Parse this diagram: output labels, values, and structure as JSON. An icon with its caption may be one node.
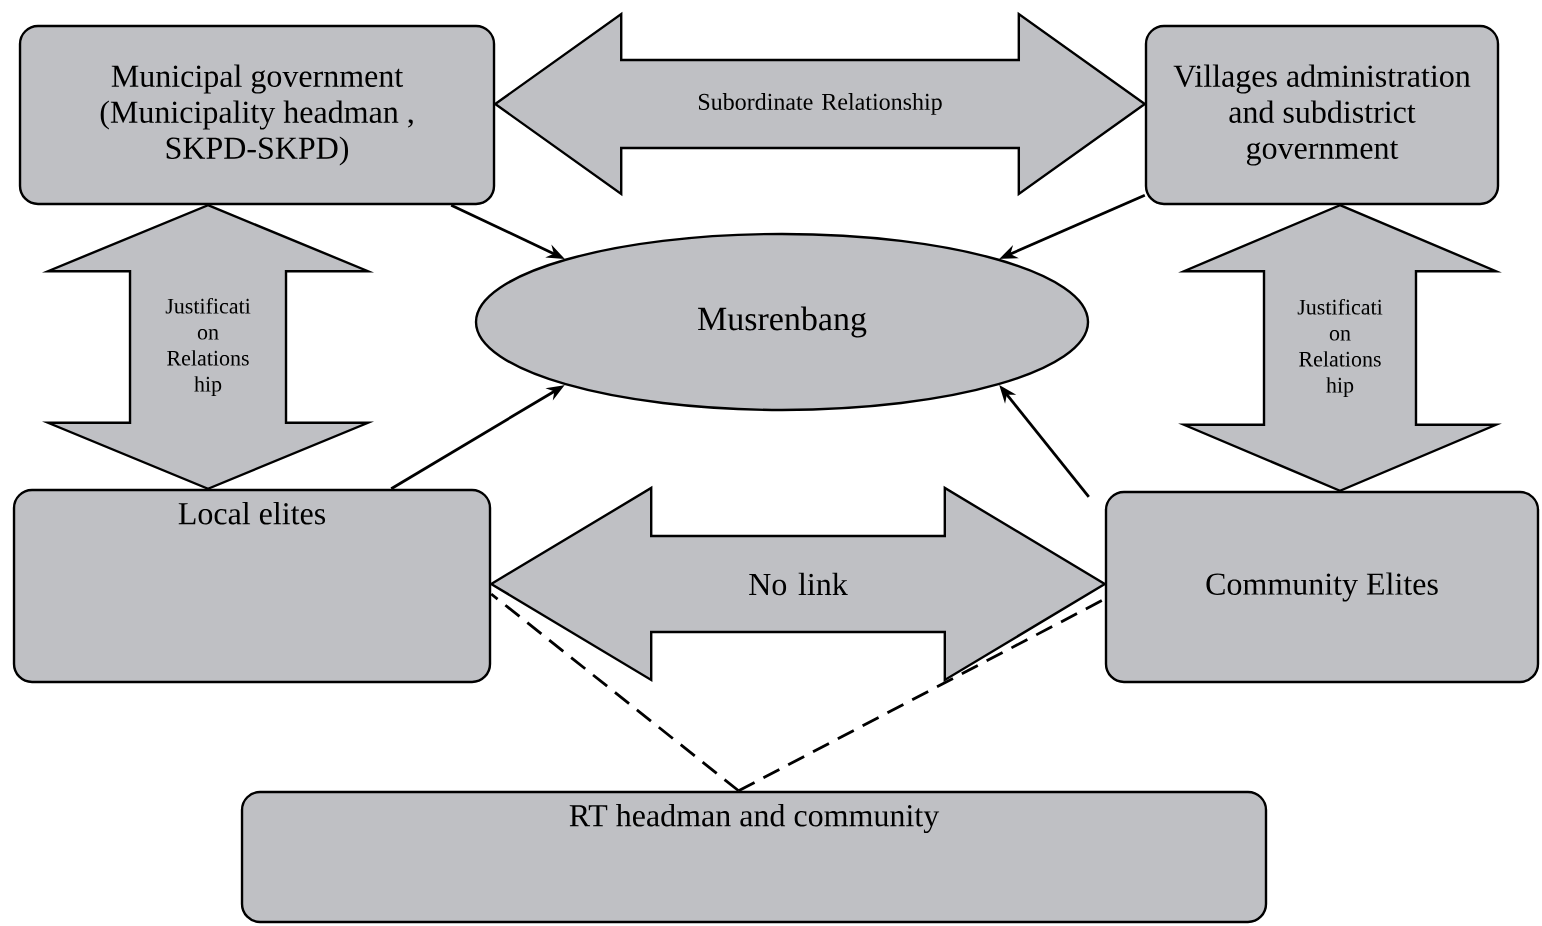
{
  "diagram": {
    "nodes": [
      {
        "text": [
          "Municipal government (Municipality headman , SKPD-SKPD)"
        ]
      },
      {
        "text": [
          "Villages administration and subdistrict government"
        ]
      },
      {
        "text": [
          "Musrenbang"
        ]
      },
      {
        "text": [
          "Local elites"
        ]
      },
      {
        "text": [
          "Community Elites"
        ]
      },
      {
        "text": [
          "RT headman and community"
        ]
      }
    ],
    "edges": [
      {
        "from": 0,
        "to": 1,
        "arrow": "both",
        "label": "Subordinate Relationship",
        "style": "thick"
      },
      {
        "from": 0,
        "to": 3,
        "arrow": "both",
        "label": "Justificati on Relations hip",
        "style": "thick"
      },
      {
        "from": 1,
        "to": 4,
        "arrow": "both",
        "label": "Justificati on Relations hip",
        "style": "thick"
      },
      {
        "from": 3,
        "to": 4,
        "arrow": "both",
        "label": "No link",
        "style": "thick"
      },
      {
        "from": 0,
        "to": 2,
        "arrow": "to"
      },
      {
        "from": 1,
        "to": 2,
        "arrow": "to"
      },
      {
        "from": 3,
        "to": 2,
        "arrow": "to"
      },
      {
        "from": 4,
        "to": 2,
        "arrow": "to"
      },
      {
        "from": 5,
        "to": 3,
        "arrow": "none",
        "style": "dashed"
      },
      {
        "from": 5,
        "to": 4,
        "arrow": "none",
        "style": "dashed"
      }
    ]
  }
}
